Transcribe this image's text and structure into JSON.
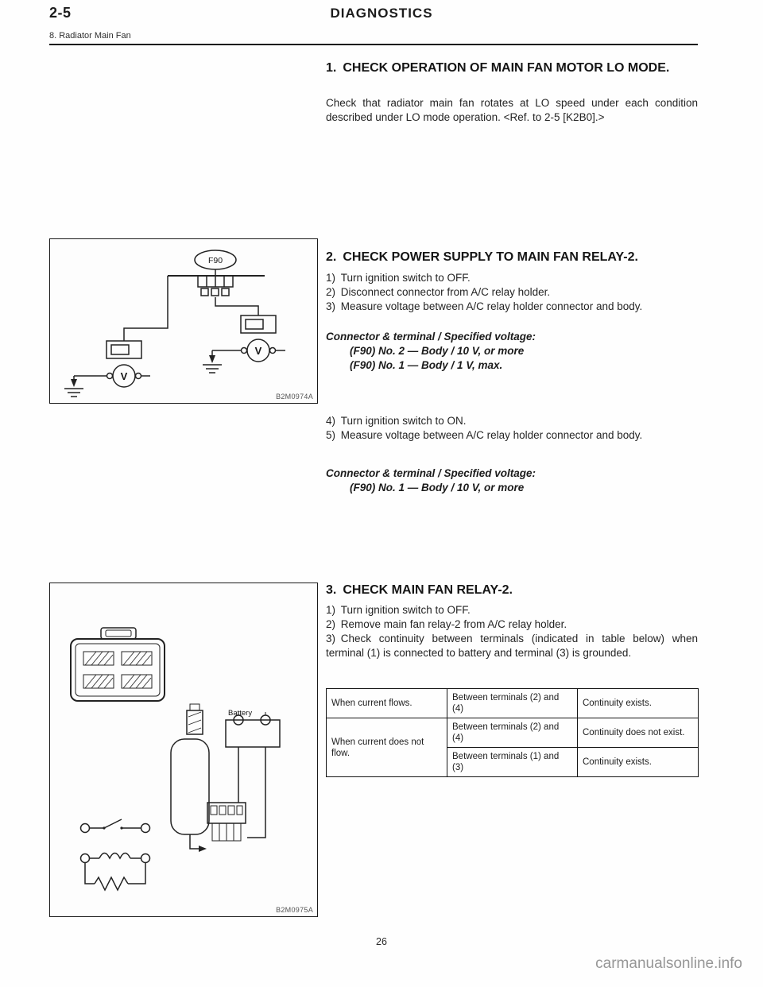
{
  "header": {
    "section_code": "2-5",
    "title": "DIAGNOSTICS",
    "subtitle": "8. Radiator Main Fan"
  },
  "step1": {
    "heading": "1. CHECK OPERATION OF MAIN FAN MOTOR LO MODE.",
    "body": "Check that radiator main fan rotates at LO speed under each condition described under LO mode operation. <Ref. to 2-5 [K2B0].>"
  },
  "step2": {
    "heading": "2. CHECK POWER SUPPLY TO MAIN FAN RELAY-2.",
    "items_a": [
      "1) Turn ignition switch to OFF.",
      "2) Disconnect connector from A/C relay holder.",
      "3) Measure voltage between A/C relay holder connector and body."
    ],
    "spec_a_title": "Connector & terminal / Specified voltage:",
    "spec_a_lines": [
      "(F90) No. 2 — Body / 10 V, or more",
      "(F90) No. 1 — Body / 1 V, max."
    ],
    "items_b": [
      "4) Turn ignition switch to ON.",
      "5) Measure voltage between A/C relay holder connector and body."
    ],
    "spec_b_title": "Connector & terminal / Specified voltage:",
    "spec_b_lines": [
      "(F90) No. 1 — Body / 10 V, or more"
    ]
  },
  "step3": {
    "heading": "3. CHECK MAIN FAN RELAY-2.",
    "items": [
      "1) Turn ignition switch to OFF.",
      "2) Remove main fan relay-2 from A/C relay holder.",
      "3) Check continuity between terminals (indicated in table below) when terminal (1) is connected to battery and terminal (3) is grounded."
    ],
    "table": {
      "rows": [
        {
          "condition": "When current flows.",
          "terminals": "Between terminals (2) and (4)",
          "result": "Continuity exists."
        },
        {
          "condition": "When current does not flow.",
          "terminals": "Between terminals (2) and (4)",
          "result": "Continuity does not exist."
        },
        {
          "condition": "",
          "terminals": "Between terminals (1) and (3)",
          "result": "Continuity exists."
        }
      ]
    }
  },
  "figures": {
    "fig1": {
      "label": "B2M0974A",
      "connector_label": "F90",
      "meter_label": "V"
    },
    "fig2": {
      "label": "B2M0975A",
      "battery_label": "Battery"
    }
  },
  "footer": {
    "page_number": "26",
    "watermark": "carmanualsonline.info"
  }
}
